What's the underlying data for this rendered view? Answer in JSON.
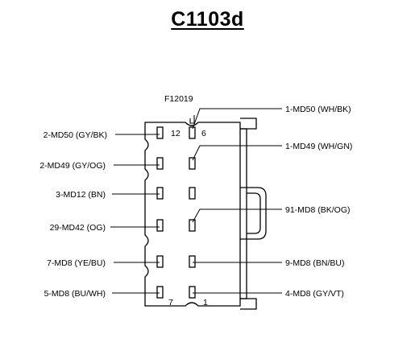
{
  "title": "C1103d",
  "connector_id": "F12019",
  "pin_numbers": {
    "top_right": "12",
    "top_left_inner": "6",
    "bottom_left": "7",
    "bottom_right": "1"
  },
  "left_labels": [
    "2-MD50 (GY/BK)",
    "2-MD49 (GY/OG)",
    "3-MD12 (BN)",
    "29-MD42 (OG)",
    "7-MD8 (YE/BU)",
    "5-MD8 (BU/WH)"
  ],
  "right_labels": [
    "1-MD50 (WH/BK)",
    "1-MD49 (WH/GN)",
    "91-MD8 (BK/OG)",
    "9-MD8 (BN/BU)",
    "4-MD8 (GY/VT)"
  ]
}
